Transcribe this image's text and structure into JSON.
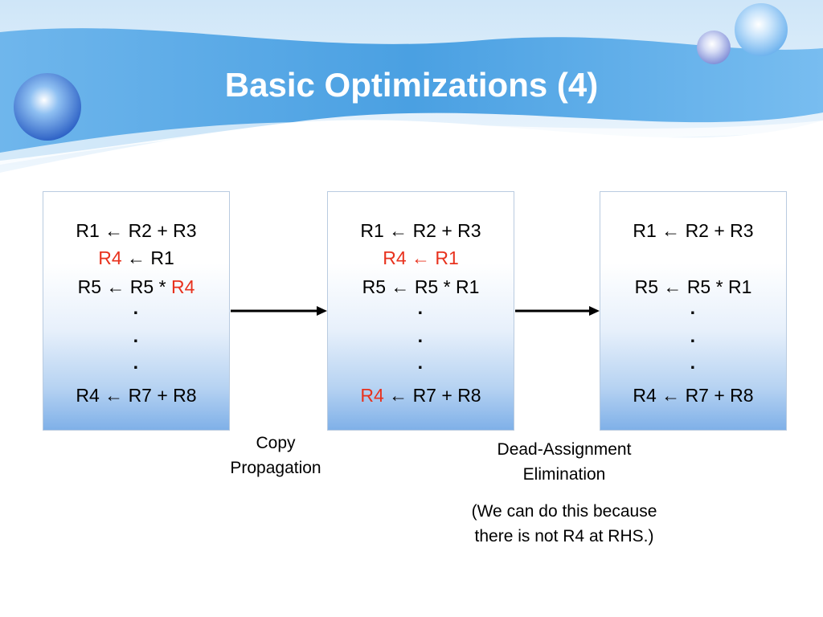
{
  "slide": {
    "title": "Basic Optimizations (4)"
  },
  "boxes": [
    {
      "lines": [
        [
          {
            "t": "R1 ← R2 + R3",
            "c": ""
          }
        ],
        [
          {
            "t": "R4",
            "c": "red"
          },
          {
            "t": " ← R1",
            "c": ""
          }
        ],
        [
          {
            "t": "R5 ← R5 * ",
            "c": ""
          },
          {
            "t": "R4",
            "c": "red"
          }
        ],
        [
          {
            "t": "·",
            "c": "dot"
          }
        ],
        [
          {
            "t": "·",
            "c": "dot"
          }
        ],
        [
          {
            "t": "·",
            "c": "dot"
          }
        ],
        [
          {
            "t": "R4 ← R7 + R8",
            "c": ""
          }
        ]
      ]
    },
    {
      "lines": [
        [
          {
            "t": "R1 ← R2 + R3",
            "c": ""
          }
        ],
        [
          {
            "t": "R4 ← R1",
            "c": "red"
          }
        ],
        [
          {
            "t": "R5 ← R5 * R1",
            "c": ""
          }
        ],
        [
          {
            "t": "·",
            "c": "dot"
          }
        ],
        [
          {
            "t": "·",
            "c": "dot"
          }
        ],
        [
          {
            "t": "·",
            "c": "dot"
          }
        ],
        [
          {
            "t": "R4",
            "c": "red"
          },
          {
            "t": " ← R7 + R8",
            "c": ""
          }
        ]
      ]
    },
    {
      "lines": [
        [
          {
            "t": "R1 ← R2 + R3",
            "c": ""
          }
        ],
        [],
        [
          {
            "t": "R5 ← R5 * R1",
            "c": ""
          }
        ],
        [
          {
            "t": "·",
            "c": "dot"
          }
        ],
        [
          {
            "t": "·",
            "c": "dot"
          }
        ],
        [
          {
            "t": "·",
            "c": "dot"
          }
        ],
        [
          {
            "t": "R4 ← R7 + R8",
            "c": ""
          }
        ]
      ]
    }
  ],
  "captions": {
    "copy_propagation": [
      "Copy",
      "Propagation"
    ],
    "dead_assignment": [
      "Dead-Assignment",
      "Elimination"
    ],
    "note": [
      "(We can do this because",
      "there is not R4 at RHS.)"
    ]
  },
  "colors": {
    "highlight": "#e8321e",
    "header_blue": "#5aa8e6"
  }
}
